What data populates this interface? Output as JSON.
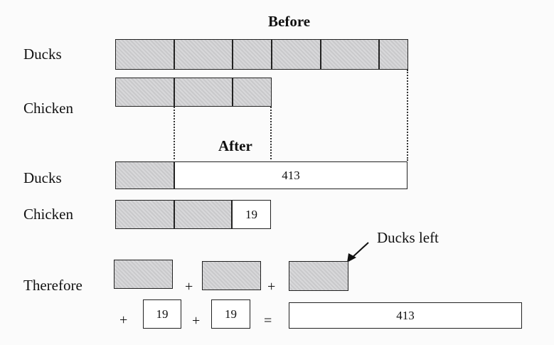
{
  "headings": {
    "before": "Before",
    "after": "After"
  },
  "labels": {
    "ducks_before": "Ducks",
    "chicken_before": "Chicken",
    "ducks_after": "Ducks",
    "chicken_after": "Chicken",
    "therefore": "Therefore"
  },
  "values": {
    "ducks_after_remaining": "413",
    "chicken_after_extra": "19",
    "equation_19_a": "19",
    "equation_19_b": "19",
    "equation_total": "413"
  },
  "operators": {
    "plus": "+",
    "equals": "="
  },
  "annotation": "Ducks left",
  "colors": {
    "shaded_unit": "#d4d4d6",
    "outline": "#222222",
    "background": "#fbfbfb"
  }
}
